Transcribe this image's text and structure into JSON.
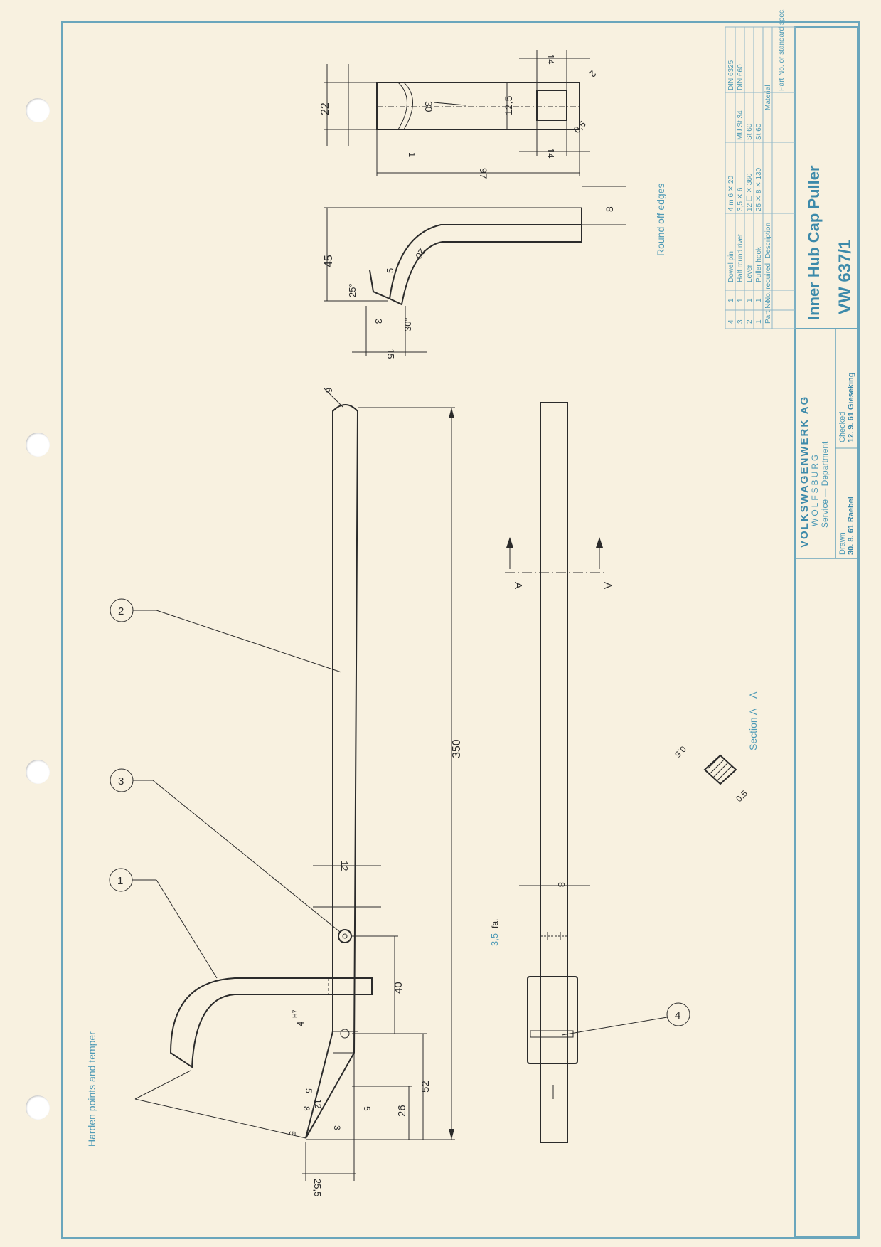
{
  "notes": {
    "harden": "Harden points and temper",
    "round_edges": "Round off edges",
    "section_label": "Section A—A",
    "section_marker": "A"
  },
  "balloons": [
    "1",
    "2",
    "3",
    "4"
  ],
  "dimensions": {
    "overall_length": "350",
    "d40": "40",
    "d52": "52",
    "d26": "26",
    "d25_5": "25,5",
    "d12": "12",
    "d4h7": "4",
    "d4h7_sup": "H7",
    "d5a": "5",
    "d5b": "5",
    "d5c": "5",
    "d8_tip": "8",
    "d12_tip": "12",
    "d3_tip": "3",
    "d8_side": "8",
    "d3_5": "3,5",
    "d3_5_note": "fa.",
    "r6": "6",
    "r0_5a": "0,5",
    "r0_5b": "0,5",
    "d45": "45",
    "d8_hook": "8",
    "d25deg": "25°",
    "d30deg": "30°",
    "d5_hook": "5",
    "d20": "20",
    "d3_hook": "3",
    "d15": "15",
    "d22": "22",
    "d30": "30",
    "d12_5": "12,5",
    "d97": "97",
    "d14a": "14",
    "d14b": "14",
    "r1": "1",
    "r2": "2",
    "r0_5c": "0,5"
  },
  "title_block": {
    "company": "VOLKSWAGENWERK AG",
    "city": "WOLFSBURG",
    "department": "Service — Department",
    "drawn_label": "Drawn",
    "drawn_value": "30. 8. 61 Raebel",
    "checked_label": "Checked",
    "checked_value": "12. 9. 61 Gieseking",
    "title": "Inner Hub Cap Puller",
    "number": "VW 637/1",
    "parts_headers": {
      "part_no": "Part No.",
      "no_required": "No. required",
      "description": "Description",
      "material": "Material",
      "standard": "Part No. or standard spec."
    },
    "parts": [
      {
        "part": "4",
        "qty": "1",
        "desc": "Dowel pin",
        "size": "4 m 6 ✕ 20",
        "material": "",
        "standard": "DIN 6325"
      },
      {
        "part": "3",
        "qty": "1",
        "desc": "Half round rivet",
        "size": "3,5 ✕ 6",
        "material": "MU St 34",
        "standard": "DIN 660"
      },
      {
        "part": "2",
        "qty": "1",
        "desc": "Lever",
        "size": "12 ☐ ✕ 360",
        "material": "St 60",
        "standard": ""
      },
      {
        "part": "1",
        "qty": "1",
        "desc": "Puller hook",
        "size": "25 ✕ 8 ✕ 130",
        "material": "St 60",
        "standard": ""
      }
    ]
  }
}
